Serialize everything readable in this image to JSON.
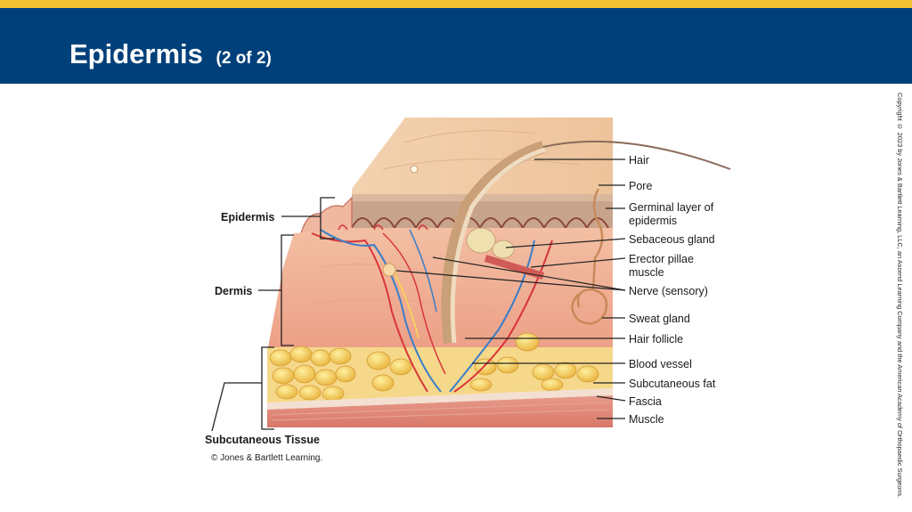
{
  "slide": {
    "title": "Epidermis",
    "title_suffix": "(2 of 2)",
    "side_copyright": "Copyright © 2023 by Jones & Bartlett Learning, LLC, an Ascend Learning Company and the American Academy of Orthopaedic Surgeons.",
    "image_credit": "© Jones & Bartlett Learning.",
    "colors": {
      "header": "#00407a",
      "accent_bar": "#f2c230"
    }
  },
  "diagram": {
    "left_labels": {
      "epidermis": "Epidermis",
      "dermis": "Dermis",
      "subcutaneous": "Subcutaneous Tissue"
    },
    "right_labels": {
      "hair": "Hair",
      "pore": "Pore",
      "germinal_1": "Germinal layer of",
      "germinal_2": "epidermis",
      "sebaceous": "Sebaceous gland",
      "erector_1": "Erector pillae",
      "erector_2": "muscle",
      "nerve": "Nerve (sensory)",
      "sweat": "Sweat gland",
      "follicle": "Hair follicle",
      "blood": "Blood vessel",
      "subfat": "Subcutaneous fat",
      "fascia": "Fascia",
      "muscle": "Muscle"
    }
  }
}
